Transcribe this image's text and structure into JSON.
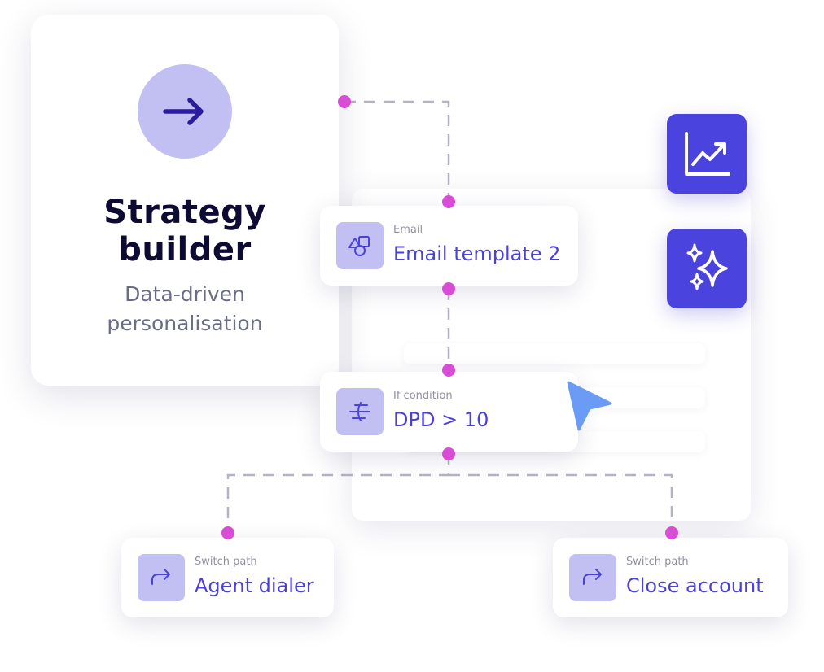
{
  "strategy_card": {
    "title_line1": "Strategy",
    "title_line2": "builder",
    "subtitle_line1": "Data-driven",
    "subtitle_line2": "personalisation"
  },
  "nodes": {
    "email": {
      "label": "Email",
      "value": "Email template 2",
      "icon": "shapes-icon"
    },
    "condition": {
      "label": "If condition",
      "value": "DPD > 10",
      "icon": "condition-icon"
    },
    "agent": {
      "label": "Switch path",
      "value": "Agent dialer",
      "icon": "share-arrow-icon"
    },
    "close": {
      "label": "Switch path",
      "value": "Close account",
      "icon": "share-arrow-icon"
    }
  },
  "actions": {
    "analytics_icon": "trend-chart-icon",
    "ai_icon": "sparkles-icon"
  },
  "colors": {
    "accent": "#4b43dd",
    "icon_bg": "#c2c0f2",
    "connector_dot": "#d94cd6",
    "connector_line": "#b3b3c6",
    "cursor": "#6a9bf5",
    "title": "#0d0b33",
    "node_value": "#4b41d9"
  }
}
